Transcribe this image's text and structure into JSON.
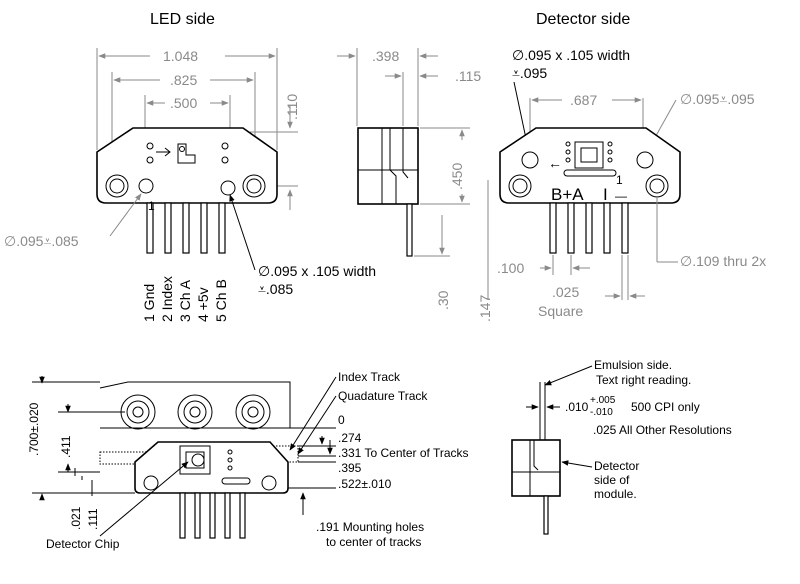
{
  "led_view": {
    "title": "LED side",
    "dims": {
      "overall_width": "1.048",
      "hole_spacing": ".825",
      "pad_spacing": ".500",
      "top_height": ".110",
      "left_hole_note": "∅.095⩡.085",
      "slot_note_line1": "∅.095 x .105 width",
      "slot_note_line2": "⩡.085"
    },
    "pin_labels": [
      "1 Gnd",
      "2 Index",
      "3 Ch A",
      "4 +5v",
      "5 Ch B"
    ]
  },
  "side_view": {
    "dims": {
      "width": ".398",
      "slot": ".115",
      "height": ".450",
      "pin_length": ".30",
      "pin_offset": ".147"
    }
  },
  "detector_view": {
    "title": "Detector side",
    "dims": {
      "slot_note_line1": "∅.095 x .105 width",
      "slot_note_line2": "⩡.095",
      "center_spacing": ".687",
      "right_hole_note": "∅.095⩡.095",
      "pitch": ".100",
      "pin_square_1": ".025",
      "pin_square_2": "Square",
      "thru_note": "∅.109 thru 2x"
    },
    "marking": {
      "arrow": "←",
      "text_bottom": "B+A",
      "index_mark": "I",
      "index_sup": "1",
      "index_sub": "—"
    }
  },
  "bottom_left_view": {
    "labels": {
      "index_track": "Index Track",
      "quadrature_track": "Quadature Track",
      "zero": "0",
      "v274": ".274",
      "v331": ".331 To Center of Tracks",
      "v395": ".395",
      "v522": ".522±.010",
      "v700": ".700±.020",
      "v411": ".411",
      "v021": ".021",
      "v111": ".111",
      "detector_chip": "Detector Chip",
      "mount_line1": ".191  Mounting holes",
      "mount_line2": "to center of tracks"
    }
  },
  "bottom_right_view": {
    "labels": {
      "emulsion_line1": "Emulsion side.",
      "emulsion_line2": "Text right reading.",
      "tol_base": ".010",
      "tol_plus": "+.005",
      "tol_minus": "-.010",
      "cpi_note": "500 CPI only",
      "other_res": ".025  All Other Resolutions",
      "detector_line1": "Detector",
      "detector_line2": "side of",
      "detector_line3": "module."
    }
  }
}
